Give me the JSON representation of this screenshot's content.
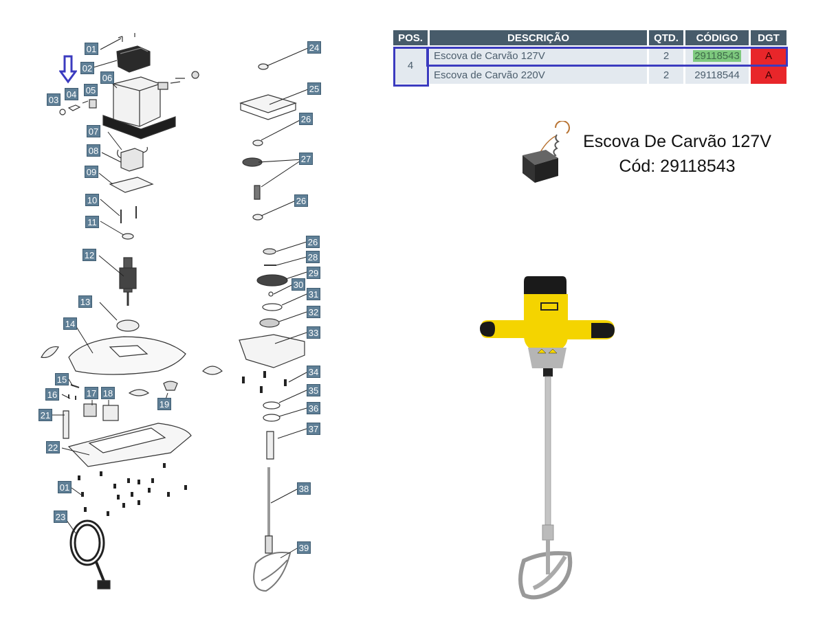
{
  "diagram": {
    "left_labels": [
      "01",
      "02",
      "06",
      "03",
      "04",
      "05",
      "07",
      "08",
      "09",
      "10",
      "11",
      "12",
      "13",
      "14",
      "15",
      "16",
      "17",
      "18",
      "19",
      "21",
      "22",
      "01",
      "23"
    ],
    "right_labels": [
      "24",
      "25",
      "26",
      "27",
      "26",
      "26",
      "28",
      "29",
      "30",
      "31",
      "32",
      "33",
      "34",
      "35",
      "36",
      "37",
      "38",
      "39"
    ]
  },
  "table": {
    "headers": [
      "POS.",
      "DESCRIÇÃO",
      "QTD.",
      "CÓDIGO",
      "DGT"
    ],
    "pos": "4",
    "rows": [
      {
        "desc": "Escova de Carvão 127V",
        "qty": "2",
        "code": "29118543",
        "dgt": "A"
      },
      {
        "desc": "Escova de Carvão 220V",
        "qty": "2",
        "code": "29118544",
        "dgt": "A"
      }
    ]
  },
  "caption": {
    "line1": "Escova De Carvão 127V",
    "line2": "Cód: 29118543"
  },
  "colors": {
    "header_bg": "#475b6a",
    "row_bg": "#e3e9ef",
    "highlight_code": "#7ec97e",
    "dgt_red": "#e8262a",
    "highlight_box": "#3b3bbf",
    "tool_yellow": "#f4d400"
  },
  "icons": [
    "down-arrow-icon",
    "carbon-brush-image",
    "mixer-drill-image"
  ]
}
